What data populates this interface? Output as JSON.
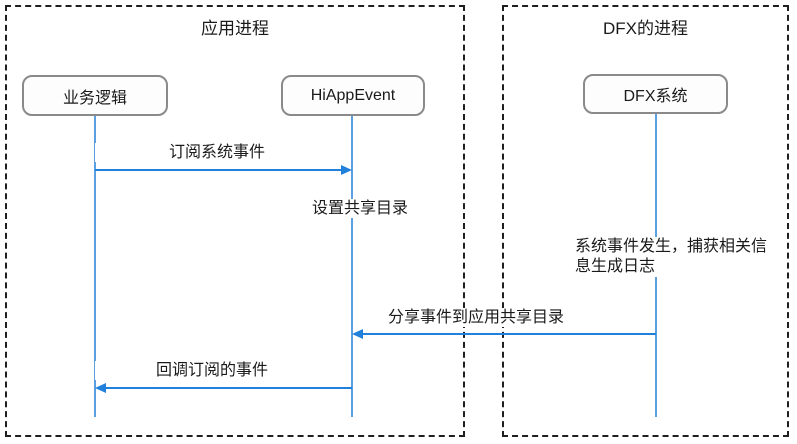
{
  "diagram": {
    "type": "sequence-diagram",
    "frames": [
      {
        "title": "应用进程"
      },
      {
        "title": "DFX的进程"
      }
    ],
    "actors": [
      {
        "label": "业务逻辑",
        "frame": "应用进程"
      },
      {
        "label": "HiAppEvent",
        "frame": "应用进程"
      },
      {
        "label": "DFX系统",
        "frame": "DFX的进程"
      }
    ],
    "messages": [
      {
        "label": "订阅系统事件",
        "from": "业务逻辑",
        "to": "HiAppEvent",
        "direction": "right"
      },
      {
        "label": "设置共享目录",
        "type": "self-action",
        "actor": "HiAppEvent"
      },
      {
        "label": "系统事件发生，捕获相关信息生成日志",
        "type": "self-action",
        "actor": "DFX系统"
      },
      {
        "label": "分享事件到应用共享目录",
        "from": "DFX系统",
        "to": "HiAppEvent",
        "direction": "left"
      },
      {
        "label": "回调订阅的事件",
        "from": "HiAppEvent",
        "to": "业务逻辑",
        "direction": "left"
      }
    ],
    "colors": {
      "lifeline": "#5C9FE0",
      "arrow": "#2180DC",
      "frame_border": "#1F1F1F",
      "actor_border": "#8A8A8A",
      "text": "#1A1A1A",
      "background": "#FFFFFF"
    }
  }
}
